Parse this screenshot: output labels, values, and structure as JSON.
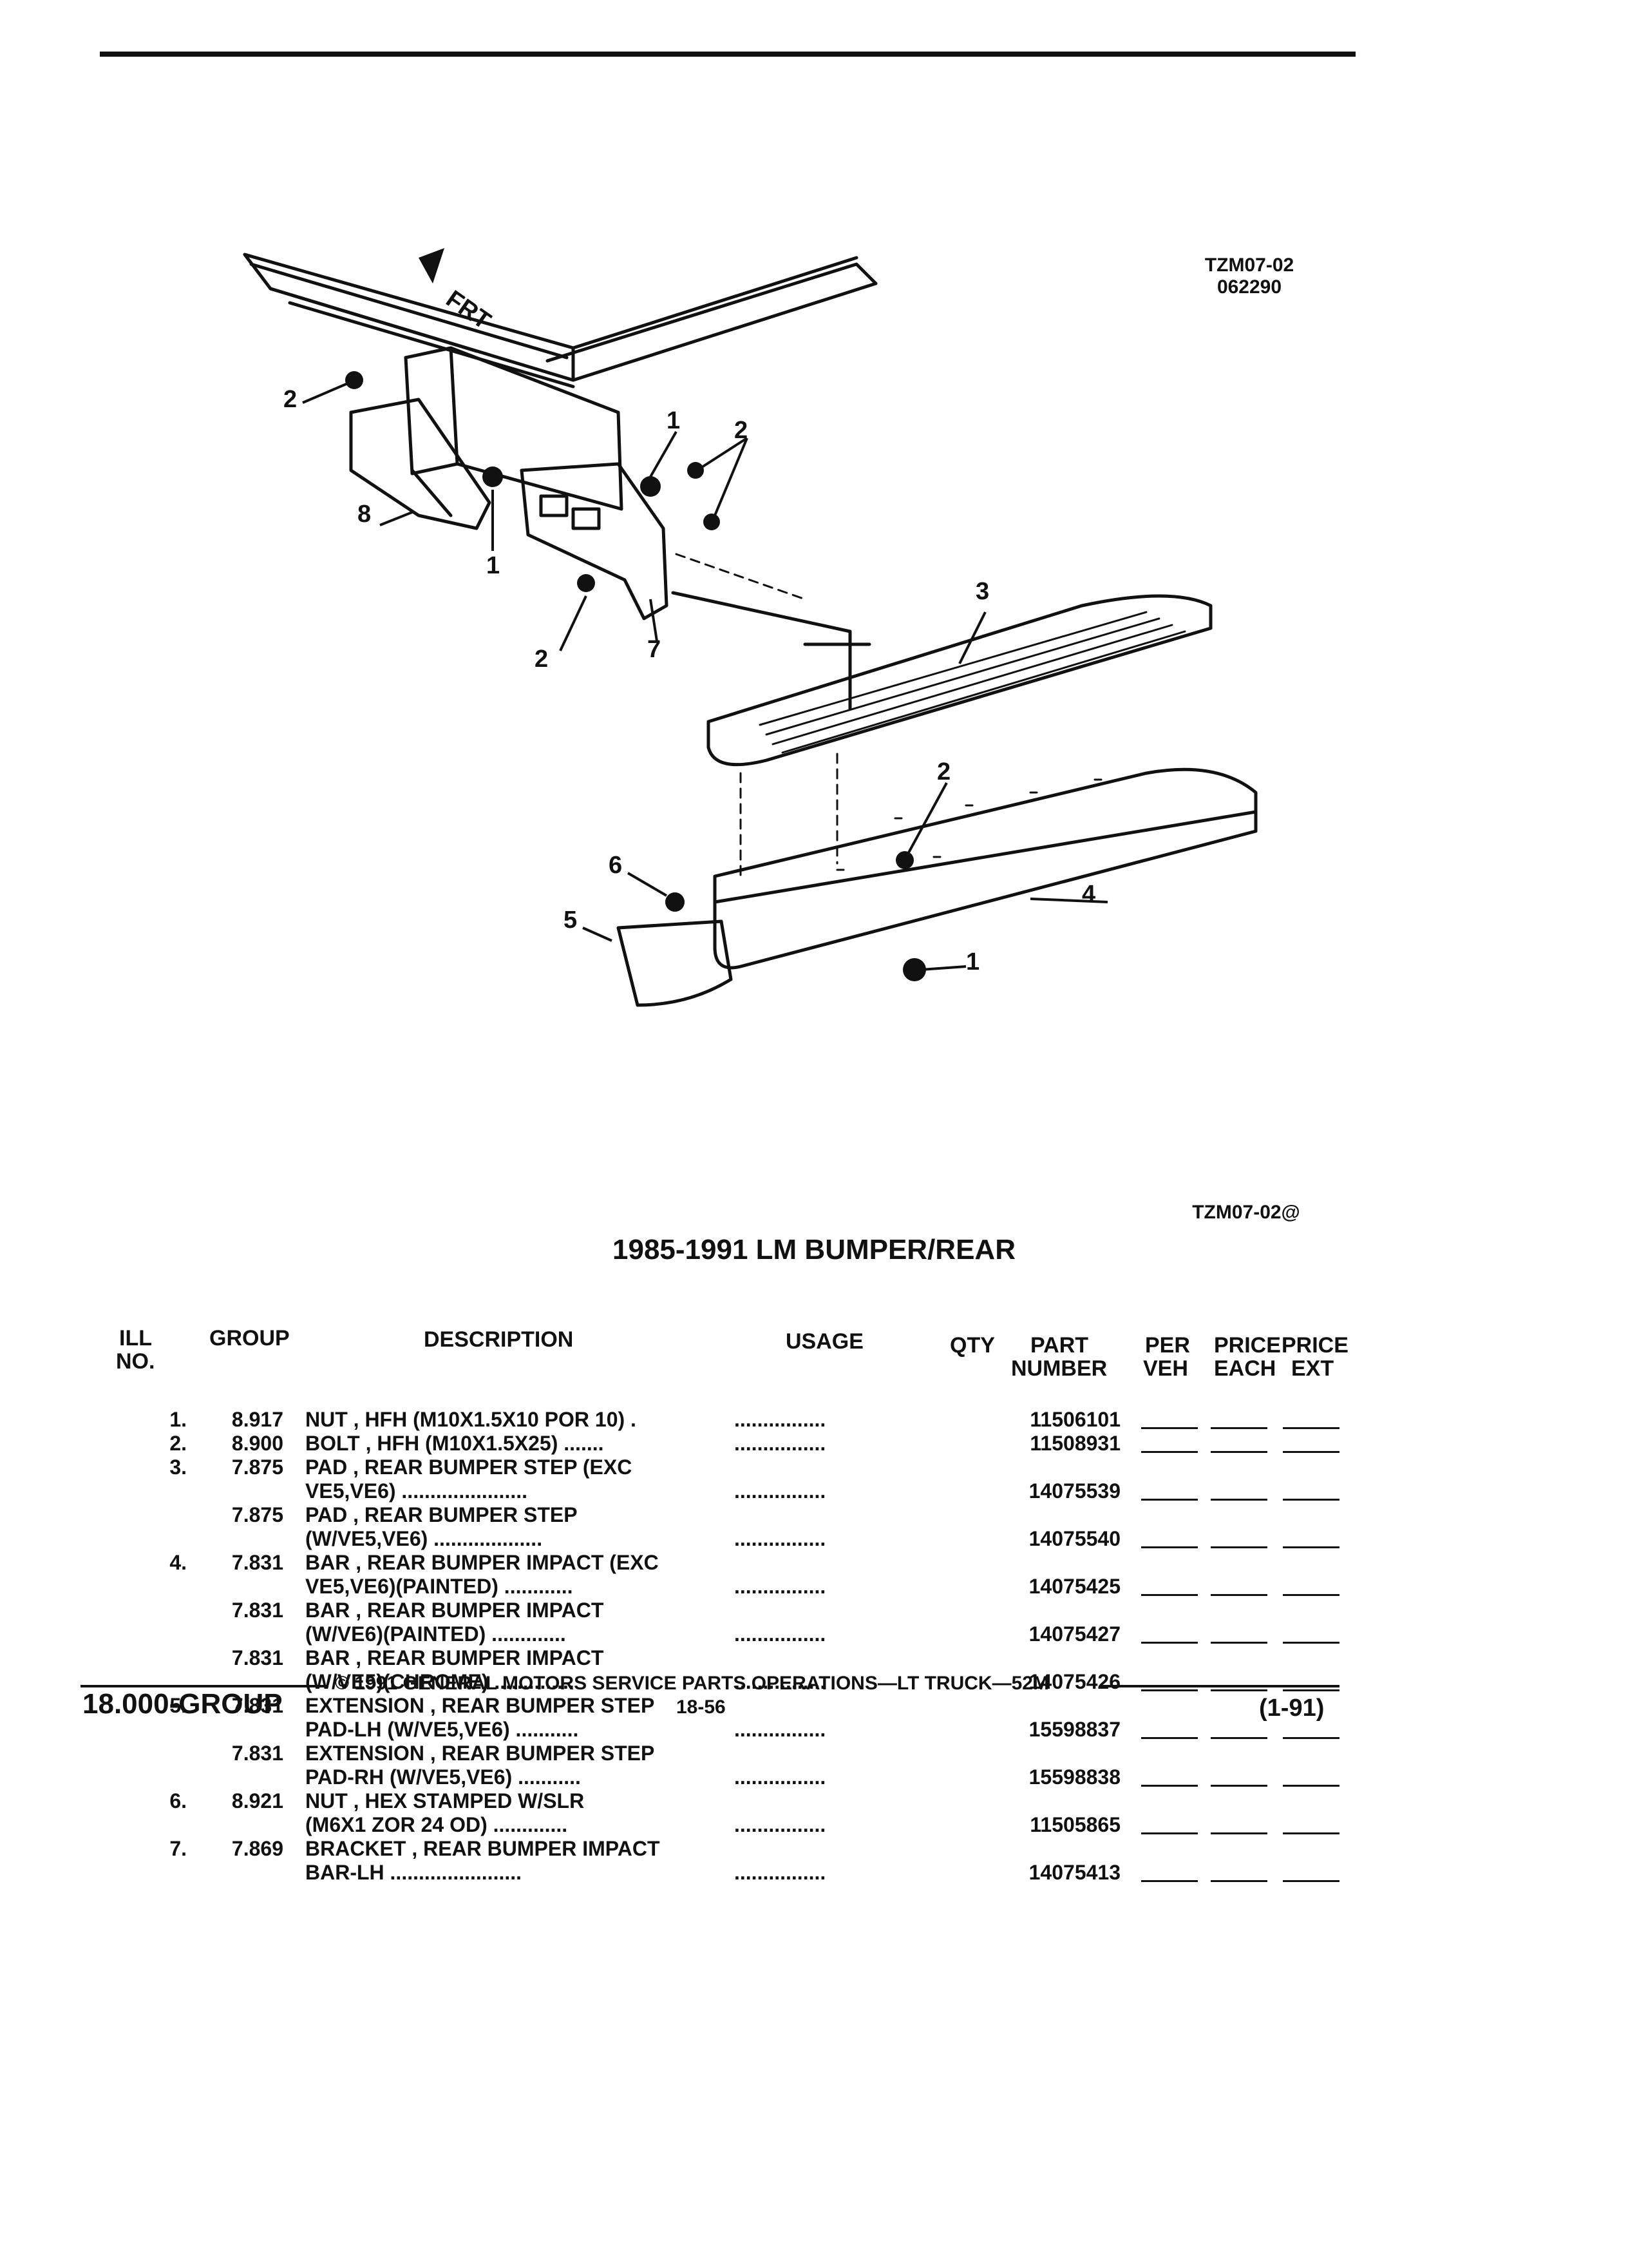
{
  "figure": {
    "code": "TZM07-02",
    "date": "062290",
    "code_alt": "TZM07-02@",
    "front_arrow": "FRT",
    "callouts": [
      "1",
      "2",
      "3",
      "4",
      "5",
      "6",
      "7",
      "8"
    ]
  },
  "title": "1985-1991 LM BUMPER/REAR",
  "headers": {
    "ill": "ILL",
    "no": "NO.",
    "group": "GROUP",
    "description": "DESCRIPTION",
    "usage": "USAGE",
    "qty": "QTY",
    "part": "PART",
    "number": "NUMBER",
    "per": "PER",
    "veh": "VEH",
    "price1": "PRICE",
    "each": "EACH",
    "price2": "PRICE",
    "ext": "EXT"
  },
  "rows": [
    {
      "ill": "1.",
      "group": "8.917",
      "desc1": "NUT , HFH (M10X1.5X10 POR 10) .",
      "desc2": "",
      "usage": "................",
      "part": "11506101"
    },
    {
      "ill": "2.",
      "group": "8.900",
      "desc1": "BOLT , HFH (M10X1.5X25) .......",
      "desc2": "",
      "usage": "................",
      "part": "11508931"
    },
    {
      "ill": "3.",
      "group": "7.875",
      "desc1": "PAD , REAR BUMPER STEP (EXC",
      "desc2": "VE5,VE6) ......................",
      "usage": "................",
      "part": "14075539"
    },
    {
      "ill": "",
      "group": "7.875",
      "desc1": "PAD , REAR BUMPER STEP",
      "desc2": "(W/VE5,VE6) ...................",
      "usage": "................",
      "part": "14075540"
    },
    {
      "ill": "4.",
      "group": "7.831",
      "desc1": "BAR , REAR BUMPER IMPACT (EXC",
      "desc2": "VE5,VE6)(PAINTED) ............",
      "usage": "................",
      "part": "14075425"
    },
    {
      "ill": "",
      "group": "7.831",
      "desc1": "BAR , REAR BUMPER IMPACT",
      "desc2": "(W/VE6)(PAINTED) .............",
      "usage": "................",
      "part": "14075427"
    },
    {
      "ill": "",
      "group": "7.831",
      "desc1": "BAR , REAR BUMPER IMPACT",
      "desc2": "(W/VE5)(CHROME) ..............",
      "usage": "................",
      "part": "14075426"
    },
    {
      "ill": "5.",
      "group": "7.831",
      "desc1": "EXTENSION , REAR BUMPER STEP",
      "desc2": "PAD-LH (W/VE5,VE6) ...........",
      "usage": "................",
      "part": "15598837"
    },
    {
      "ill": "",
      "group": "7.831",
      "desc1": "EXTENSION , REAR BUMPER STEP",
      "desc2": "PAD-RH (W/VE5,VE6) ...........",
      "usage": "................",
      "part": "15598838"
    },
    {
      "ill": "6.",
      "group": "8.921",
      "desc1": "NUT , HEX STAMPED W/SLR",
      "desc2": "(M6X1 ZOR 24 OD) .............",
      "usage": "................",
      "part": "11505865"
    },
    {
      "ill": "7.",
      "group": "7.869",
      "desc1": "BRACKET , REAR BUMPER IMPACT",
      "desc2": "BAR-LH .......................",
      "usage": "................",
      "part": "14075413"
    }
  ],
  "footer": {
    "group": "18.000-GROUP",
    "copyright": "© 1991 GENERAL MOTORS SERVICE PARTS OPERATIONS—LT TRUCK—52M",
    "page": "18-56",
    "date": "(1-91)"
  }
}
